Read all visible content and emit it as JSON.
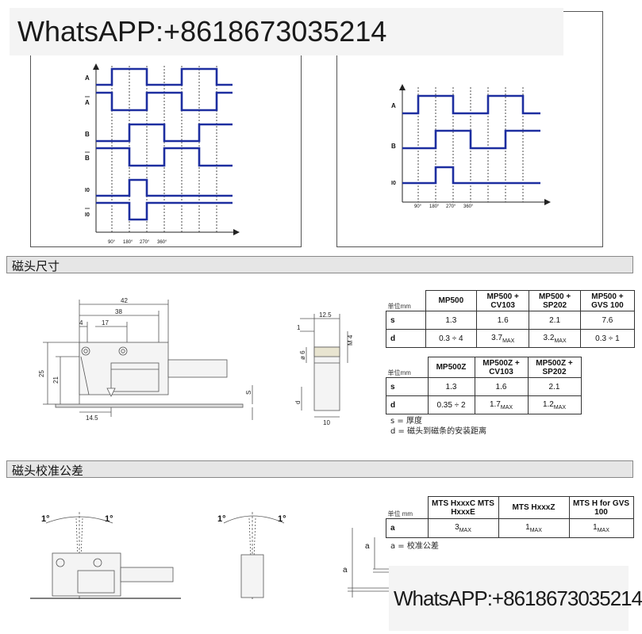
{
  "watermark_top": "WhatsAPP:+8618673035214",
  "watermark_bottom": "WhatsAPP:+8618673035214",
  "signals_left": [
    "A",
    "A",
    "B",
    "B",
    "I0",
    "I0"
  ],
  "signals_right": [
    "A",
    "B",
    "I0"
  ],
  "angles": [
    "90°",
    "180°",
    "270°",
    "360°"
  ],
  "section_dimensions": "磁头尺寸",
  "section_tolerance": "磁头校准公差",
  "dims": {
    "d42": "42",
    "d38": "38",
    "d4": "4",
    "d17": "17",
    "d25": "25",
    "d21": "21",
    "d14_5": "14.5",
    "s": "S",
    "d12_5": "12.5",
    "d1": "1",
    "phi6": "ø 6",
    "m4": "M 4",
    "d": "d",
    "d10": "10"
  },
  "table1": {
    "unit": "单位mm",
    "headers": [
      "MP500",
      "MP500 + CV103",
      "MP500 + SP202",
      "MP500 + GVS 100"
    ],
    "rows": [
      {
        "label": "s",
        "values": [
          "1.3",
          "1.6",
          "2.1",
          "7.6"
        ]
      },
      {
        "label": "d",
        "values": [
          "0.3 ÷ 4",
          "3.7",
          "3.2",
          "0.3 ÷ 1"
        ]
      }
    ],
    "max": "MAX"
  },
  "table2": {
    "unit": "单位mm",
    "headers": [
      "MP500Z",
      "MP500Z + CV103",
      "MP500Z + SP202"
    ],
    "rows": [
      {
        "label": "s",
        "values": [
          "1.3",
          "1.6",
          "2.1"
        ]
      },
      {
        "label": "d",
        "values": [
          "0.35 ÷ 2",
          "1.7",
          "1.2"
        ]
      }
    ]
  },
  "notes": {
    "s": "s = 厚度",
    "d": "d = 磁头到磁条的安装距离"
  },
  "angle_label": "1°",
  "table3": {
    "unit": "单位 mm",
    "headers": [
      "MTS HxxxC MTS HxxxE",
      "MTS HxxxZ",
      "MTS H for GVS 100"
    ],
    "row": {
      "label": "a",
      "values": [
        "3",
        "1",
        "1"
      ]
    }
  },
  "note_a": "a = 校准公差",
  "label_a": "a"
}
